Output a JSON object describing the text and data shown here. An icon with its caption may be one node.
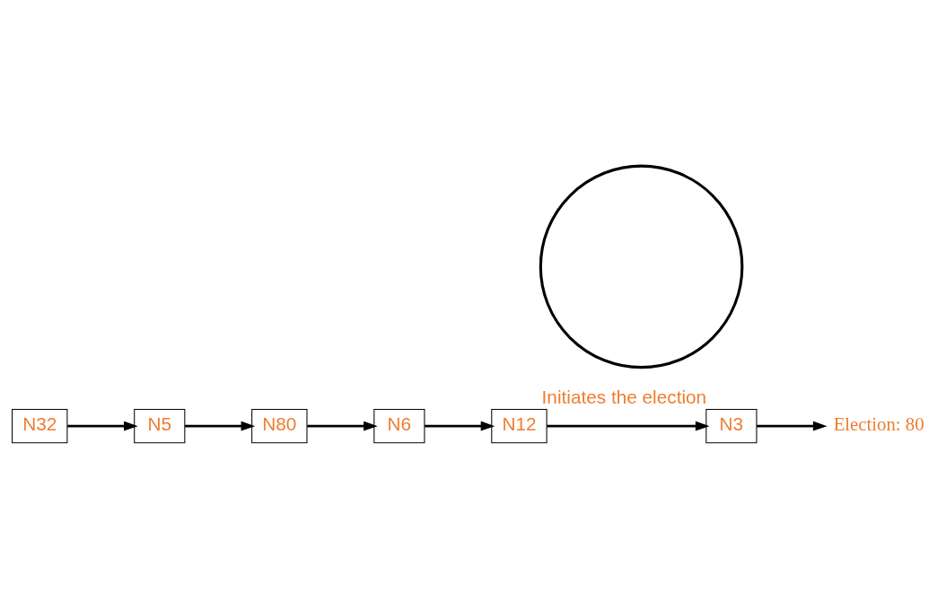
{
  "diagram": {
    "nodes": [
      {
        "text": [
          "N12"
        ]
      },
      {
        "text": [
          "N3"
        ],
        "beside": [
          "Initiates the election"
        ]
      },
      {
        "text": [
          "Election: 80"
        ]
      },
      {
        "text": [
          "N6"
        ]
      },
      {
        "text": [
          "N32"
        ]
      },
      {
        "text": [
          "N80"
        ]
      },
      {
        "text": [
          "N5"
        ]
      },
      {
        "text": [],
        "shape": "circle"
      }
    ],
    "edges": [
      {
        "from": 0,
        "to": 1,
        "arrow": "to"
      },
      {
        "from": 1,
        "to": 2,
        "arrow": "to"
      },
      {
        "from": 4,
        "to": 6,
        "arrow": "to"
      },
      {
        "from": 6,
        "to": 5,
        "arrow": "to"
      },
      {
        "from": 5,
        "to": 3,
        "arrow": "to"
      },
      {
        "from": 3,
        "to": 0,
        "arrow": "to"
      }
    ]
  }
}
